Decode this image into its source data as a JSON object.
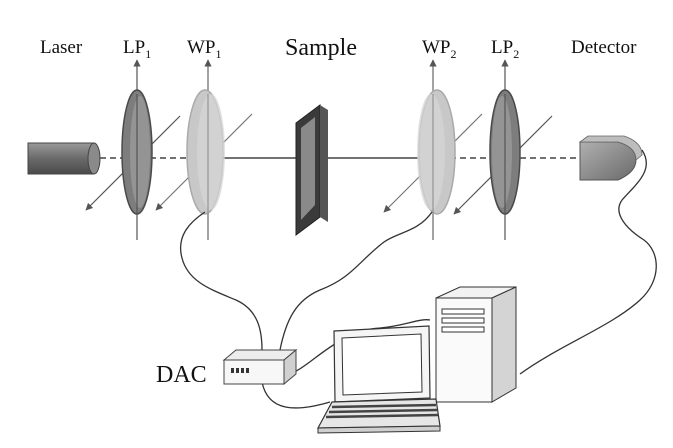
{
  "labels": {
    "laser": "Laser",
    "lp1": {
      "main": "LP",
      "sub": "1"
    },
    "wp1": {
      "main": "WP",
      "sub": "1"
    },
    "sample": "Sample",
    "wp2": {
      "main": "WP",
      "sub": "2"
    },
    "lp2": {
      "main": "LP",
      "sub": "2"
    },
    "detector": "Detector",
    "dac": "DAC"
  },
  "colors": {
    "beam": "#3a3a3a",
    "polarizer": "#7d7d7d",
    "waveplate": "#c8c8c8",
    "sample_frame": "#3a3a3a",
    "detector": "#8e8e8e",
    "cable": "#333333"
  }
}
